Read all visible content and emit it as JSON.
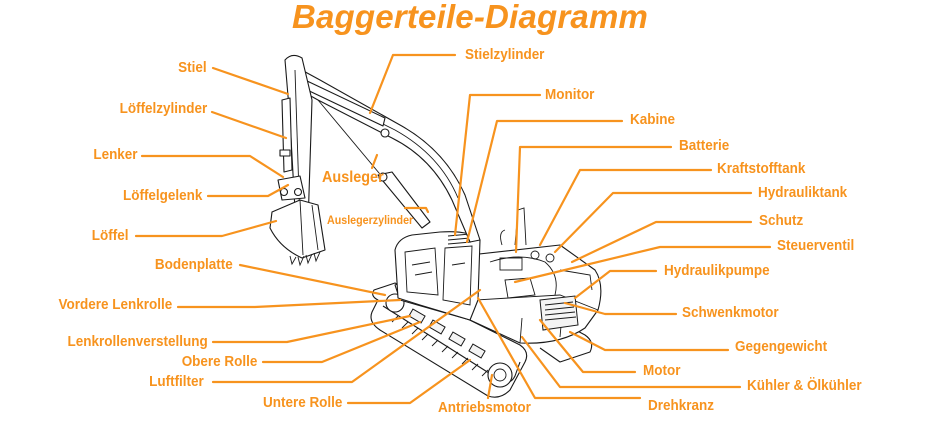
{
  "title": "Baggerteile-Diagramm",
  "colors": {
    "accent": "#F7931E",
    "ink": "#1A1A1A",
    "background": "#FFFFFF"
  },
  "labels": {
    "stiel": "Stiel",
    "loeffelzylinder": "Löffelzylinder",
    "lenker": "Lenker",
    "loeffelgelenk": "Löffelgelenk",
    "loeffel": "Löffel",
    "bodenplatte": "Bodenplatte",
    "vordere_lenkrolle": "Vordere Lenkrolle",
    "lenkrollenverstellung": "Lenkrollenverstellung",
    "obere_rolle": "Obere Rolle",
    "luftfilter": "Luftfilter",
    "untere_rolle": "Untere Rolle",
    "antriebsmotor": "Antriebsmotor",
    "ausleger": "Ausleger",
    "auslegerzylinder": "Auslegerzylinder",
    "stielzylinder": "Stielzylinder",
    "monitor": "Monitor",
    "kabine": "Kabine",
    "batterie": "Batterie",
    "kraftstofftank": "Kraftstofftank",
    "hydrauliktank": "Hydrauliktank",
    "schutz": "Schutz",
    "steuerventil": "Steuerventil",
    "hydraulikpumpe": "Hydraulikpumpe",
    "schwenkmotor": "Schwenkmotor",
    "gegengewicht": "Gegengewicht",
    "motor": "Motor",
    "kuehler_oelkuehler": "Kühler & Ölkühler",
    "drehkranz": "Drehkranz"
  }
}
